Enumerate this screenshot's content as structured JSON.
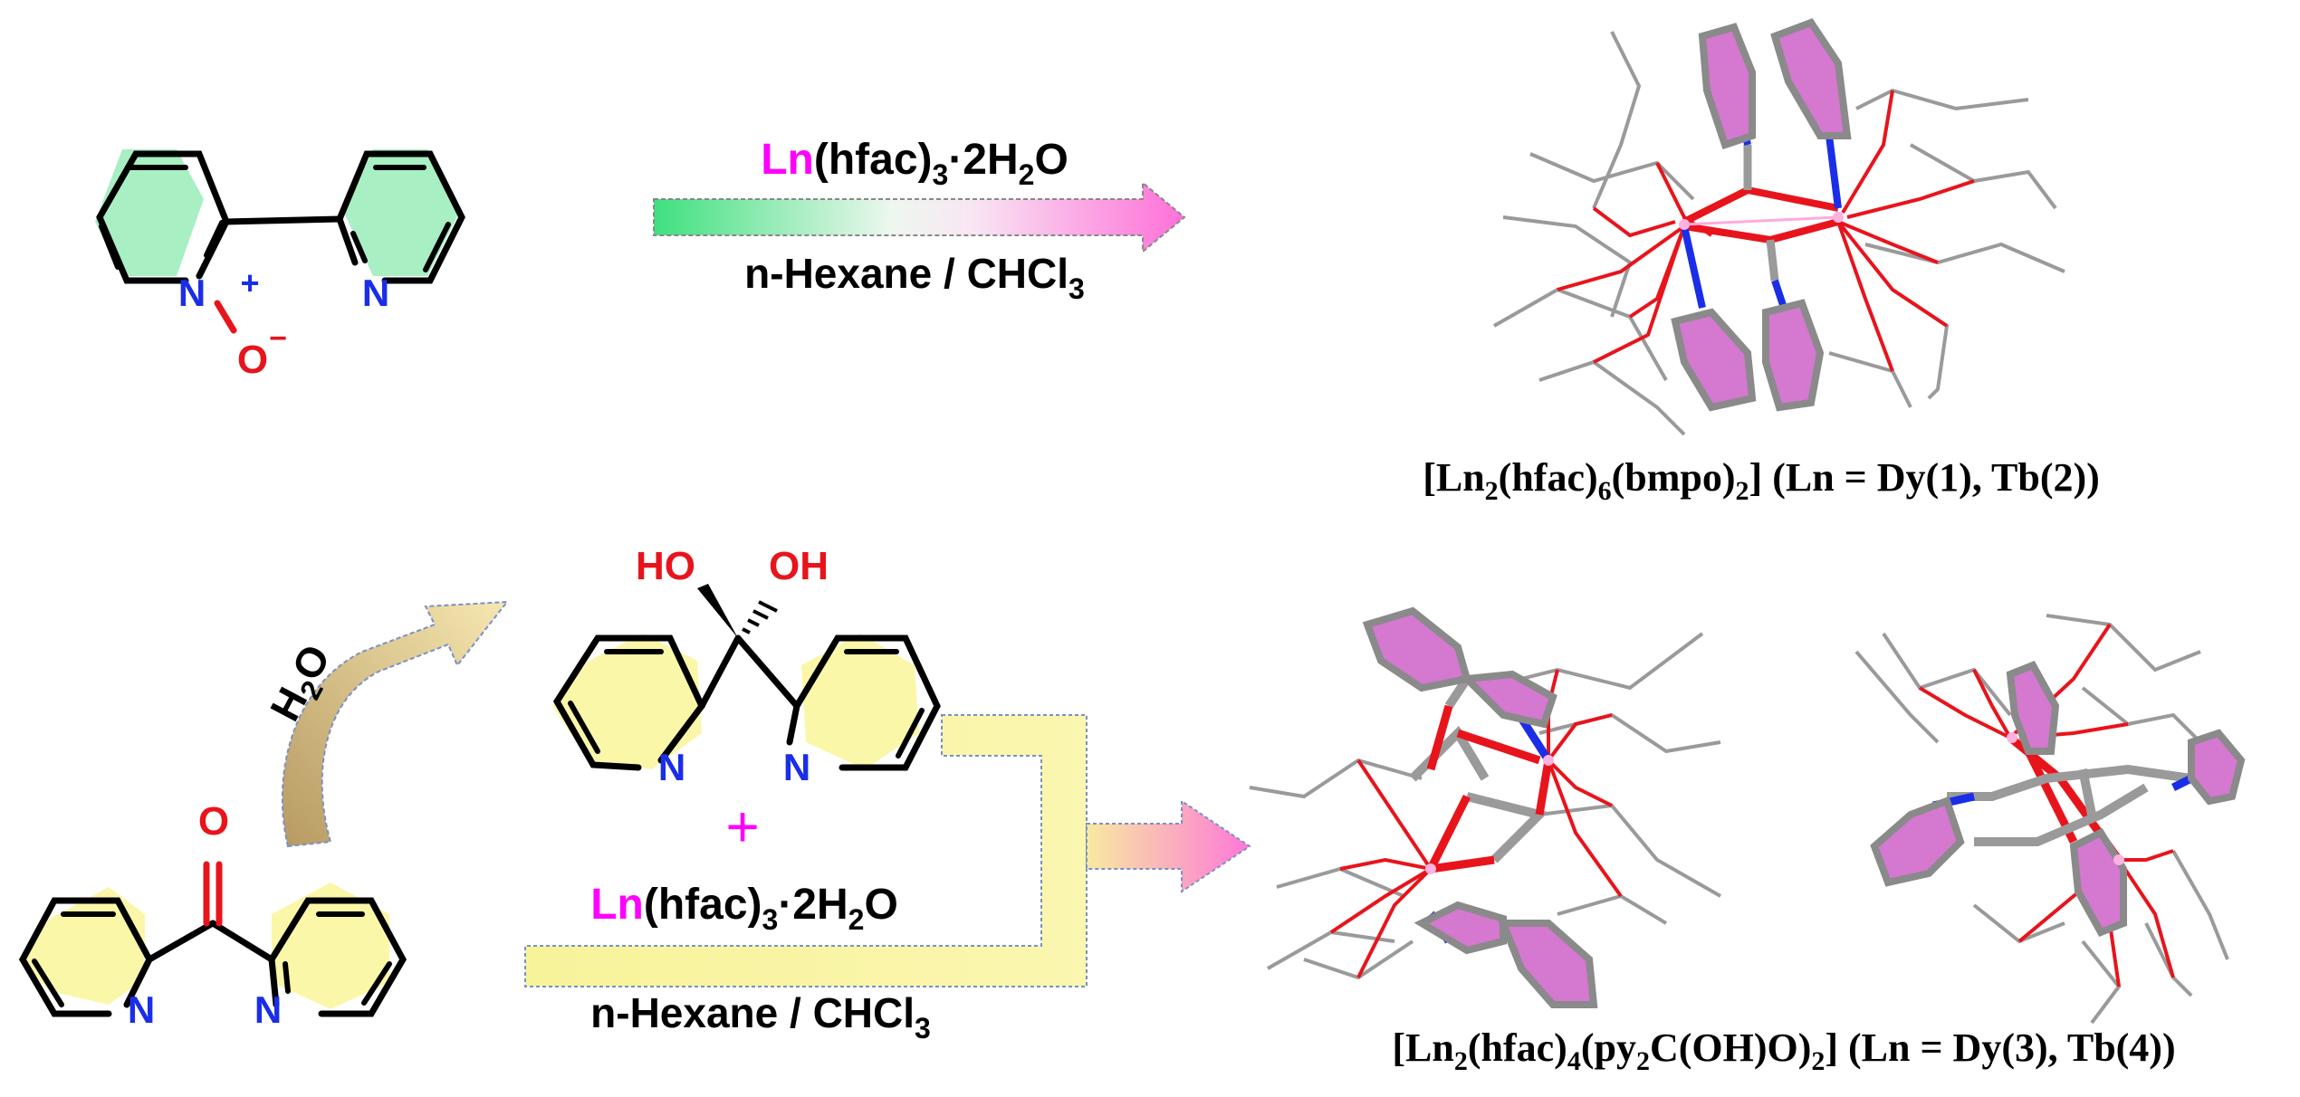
{
  "atoms": {
    "n_plus": "N",
    "plus_charge": "+",
    "oxide_o": "O",
    "minus_charge": "−",
    "n_right": "N",
    "ho": "HO",
    "oh": "OH",
    "diol_n_left": "N",
    "diol_n_right": "N",
    "carbonyl_o": "O",
    "ketone_n_left": "N",
    "ketone_n_right": "N"
  },
  "reaction1": {
    "reagent": {
      "ln": "Ln",
      "part1": "(hfac)",
      "sub1": "3",
      "part2": "·2H",
      "sub2": "2",
      "part3": "O"
    },
    "solvent": {
      "part1": "n-Hexane / CHCl",
      "sub1": "3"
    }
  },
  "reaction2": {
    "plus": "+",
    "reagent": {
      "ln": "Ln",
      "part1": "(hfac)",
      "sub1": "3",
      "part2": "·2H",
      "sub2": "2",
      "part3": "O"
    },
    "solvent": {
      "part1": "n-Hexane / CHCl",
      "sub1": "3"
    },
    "hydration": {
      "part1": "H",
      "sub1": "2",
      "part2": "O"
    }
  },
  "products": {
    "p1": {
      "a": "[Ln",
      "s1": "2",
      "b": "(hfac)",
      "s2": "6",
      "c": "(bmpo)",
      "s3": "2",
      "d": "] (Ln = Dy(1), Tb(2))"
    },
    "p2": {
      "a": "[Ln",
      "s1": "2",
      "b": "(hfac)",
      "s2": "4",
      "c": "(py",
      "s3": "2",
      "d": "C(OH)O)",
      "s4": "2",
      "e": "] (Ln = Dy(3), Tb(4))"
    }
  },
  "colors": {
    "oxygen": "#e8141c",
    "nitrogen": "#1a2ee8",
    "lanthanide": "#ff00ff",
    "ring_green": "#a8efc4",
    "ring_yellow": "#fbf7a8",
    "crystal_ring": "#d478d0",
    "crystal_bond": "#9a9a9a",
    "arrow_green": "#3fe07f",
    "arrow_pink": "#ff6fd8",
    "arrow_yellow": "#f7f39a"
  }
}
